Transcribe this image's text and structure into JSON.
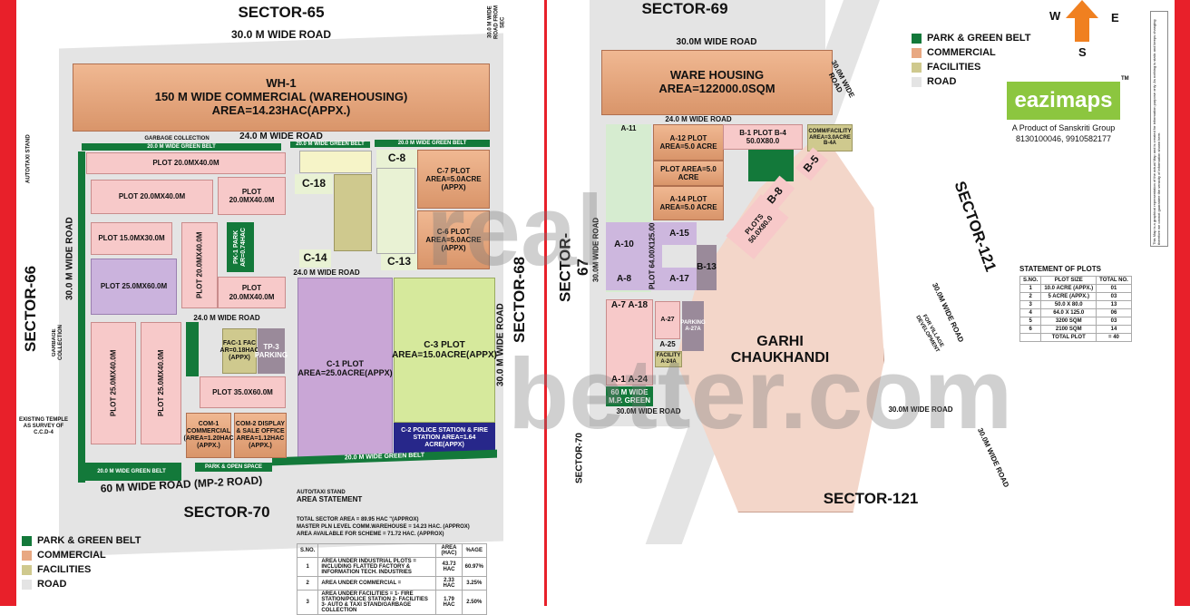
{
  "colors": {
    "frame": "#e8202a",
    "park": "#13793a",
    "commercial": "#e8a882",
    "facilities": "#cfc98e",
    "road": "#e4e4e4",
    "c1": "#c9a6d6",
    "c3": "#d6e99c",
    "c2": "#27278a",
    "garhi": "#f3d6c9"
  },
  "left": {
    "sectors": {
      "top": "SECTOR-65",
      "left": "SECTOR-66",
      "right": "SECTOR-68",
      "bottom": "SECTOR-70"
    },
    "roads": {
      "top": "30.0 M  WIDE  ROAD",
      "mid": "24.0 M  WIDE  ROAD",
      "bottom": "60 M WIDE ROAD (MP-2 ROAD)",
      "left": "30.0 M WIDE ROAD",
      "right": "30.0 M  WIDE  ROAD",
      "top_right": "30.0 M WIDE ROAD FROM SEC",
      "inner1": "24.0 M  WIDE  ROAD",
      "inner2": "24.0 M  WIDE  ROAD",
      "inner3": "24.0 M WIDE ROAD"
    },
    "wh1": {
      "title": "WH-1",
      "line1": "150 M WIDE COMMERCIAL (WAREHOUSING)",
      "line2": "AREA=14.23HAC(APPX.)"
    },
    "labels": {
      "garbage": "GARBAGE COLLECTION",
      "green_belt": "20.0 M WIDE GREEN BELT",
      "auto_stand": "AUTO/TAXI STAND",
      "temple": "EXISTING TEMPLE AS SURVEY OF C.C.D-4",
      "garbage2": "GARBAGE COLLECTION",
      "park_open": "PARK & OPEN SPACE",
      "auto_stand2": "AUTO/TAXI STAND"
    },
    "blocks": {
      "b65": "PLOT 20.0MX40.0M",
      "b37": "PLOT 20.0MX40.0M",
      "b94": "PLOT 20.0MX40.0M",
      "b13": "PLOT 15.0MX30.0M",
      "b12": "PLOT 25.0MX60.0M",
      "b102": "PLOT 20.0MX40.0M",
      "pk1": "PK-1 PARK AR=0.74HAC",
      "b118": "PLOT 20.0MX40.0M",
      "c18": "C-18",
      "c8": "C-8",
      "c7": "C-7 PLOT AREA=5.0ACRE (APPX)",
      "c6": "C-6 PLOT AREA=5.0ACRE (APPX)",
      "c13": "C-13",
      "c14": "C-14",
      "a42": "PLOT 25.0MX40.0M",
      "a20": "PLOT 25.0MX40.0M",
      "fac1": "FAC-1 FAC AR=0.18HAC (APPX)",
      "tp3": "TP-3 PARKING",
      "a6": "PLOT 35.0X60.0M",
      "c1": "C-1 PLOT AREA=25.0ACRE(APPX)",
      "c3": "C-3 PLOT AREA=15.0ACRE(APPX)",
      "c2": "C-2 POLICE STATION & FIRE STATION AREA=1.64 ACRE(APPX)",
      "com1": "COM-1 COMMERCIAL (AREA=1.20HAC (APPX.)",
      "com2": "COM-2 DISPLAY & SALE OFFICE AREA=1.12HAC (APPX.)"
    },
    "legend": [
      "PARK & GREEN BELT",
      "COMMERCIAL",
      "FACILITIES",
      "ROAD"
    ],
    "area_statement": {
      "title": "AREA STATEMENT",
      "lines": [
        "TOTAL SECTOR AREA = 89.95 HAC \"(APPROX)",
        "MASTER PLN LEVEL COMM.WAREHOUSE = 14.23 HAC. (APPROX)",
        "AREA AVAILABLE FOR SCHEME = 71.72 HAC. (APPROX)"
      ],
      "headers": [
        "S.NO.",
        "",
        "AREA (HAC)",
        "%AGE"
      ],
      "rows": [
        [
          "1",
          "AREA UNDER INDUSTRIAL PLOTS = INCLUDING FLATTED FACTORY & INFORMATION TECH. INDUSTRIES",
          "43.73 HAC",
          "60.97%"
        ],
        [
          "2",
          "AREA UNDER COMMERCIAL =",
          "2.33 HAC",
          "3.25%"
        ],
        [
          "3",
          "AREA UNDER FACILITIES = 1- FIRE STATION/POLICE STATION 2- FACILITIES 3- AUTO & TAXI STAND/GARBAGE COLLECTION",
          "1.79 HAC",
          "2.50%"
        ]
      ]
    }
  },
  "right": {
    "sectors": {
      "top": "SECTOR-69",
      "left": "SECTOR-67",
      "right": "SECTOR-121",
      "bottom": "SECTOR-121",
      "bottom_left": "SECTOR-70"
    },
    "roads": {
      "top": "30.0M WIDE ROAD",
      "mid": "24.0 M WIDE ROAD",
      "bottom": "30.0M WIDE ROAD",
      "bottom2": "30.0M WIDE ROAD",
      "diag": "30.0M WIDE ROAD",
      "diag2": "30.0M WIDE ROAD",
      "right2": "30.0M WIDE ROAD"
    },
    "warehouse": {
      "line1": "WARE HOUSING",
      "line2": "AREA=122000.0SQM"
    },
    "blocks": {
      "a11": "A-11",
      "a12": "A-12 PLOT AREA=5.0 ACRE",
      "a13": "PLOT AREA=5.0 ACRE",
      "a14": "A-14 PLOT AREA=5.0 ACRE",
      "b1": "B-1  PLOT  B-4",
      "b1b": "50.0X80.0",
      "b4a": "COMM/FACILITY AREA=3.0ACRE B-4A",
      "b5": "B-5",
      "b8": "B-8",
      "plots": "PLOTS 50.0X80.0",
      "a10": "A-10",
      "a15": "A-15",
      "a8": "A-8",
      "a17": "A-17",
      "plot64": "PLOT 64.00X125.00",
      "a7": "A-7",
      "a18": "A-18",
      "a1": "A-1",
      "a24": "A-24",
      "a27": "A-27",
      "a25": "A-25",
      "parking": "PARKING A-27A",
      "facility": "FACILITY A-24A",
      "green60": "60 M WIDE M.P. GREEN",
      "b13": "B-13",
      "garhi": "GARHI CHAUKHANDI",
      "vill": "FOR VILLAGE DEVELOPMENT"
    },
    "legend": [
      "PARK & GREEN BELT",
      "COMMERCIAL",
      "FACILITIES",
      "ROAD"
    ],
    "compass": {
      "w": "W",
      "e": "E",
      "s": "S"
    },
    "brand": {
      "name": "eazimaps",
      "tm": "TM",
      "tagline": "A Product of Sanskriti Group",
      "phone": "8130100046, 9910582177"
    },
    "disclaimer": "This Map is a graphical representation of the actual Map and is created for information purpose only. As nothing is static and keeps changing therefore we cannot guarantee the veracity of information shown here.",
    "plots_statement": {
      "title": "STATEMENT OF PLOTS",
      "headers": [
        "S.NO.",
        "PLOT SIZE",
        "TOTAL NO."
      ],
      "rows": [
        [
          "1",
          "10.0 ACRE (APPX.)",
          "01"
        ],
        [
          "2",
          "5 ACRE (APPX.)",
          "03"
        ],
        [
          "3",
          "50.0 X 80.0",
          "13"
        ],
        [
          "4",
          "64.0 X 125.0",
          "06"
        ],
        [
          "5",
          "3200 SQM",
          "03"
        ],
        [
          "6",
          "2100 SQM",
          "14"
        ]
      ],
      "total_label": "TOTAL PLOT",
      "total": "= 40"
    }
  },
  "watermark": {
    "line1": "real",
    "line2": "better.com"
  }
}
